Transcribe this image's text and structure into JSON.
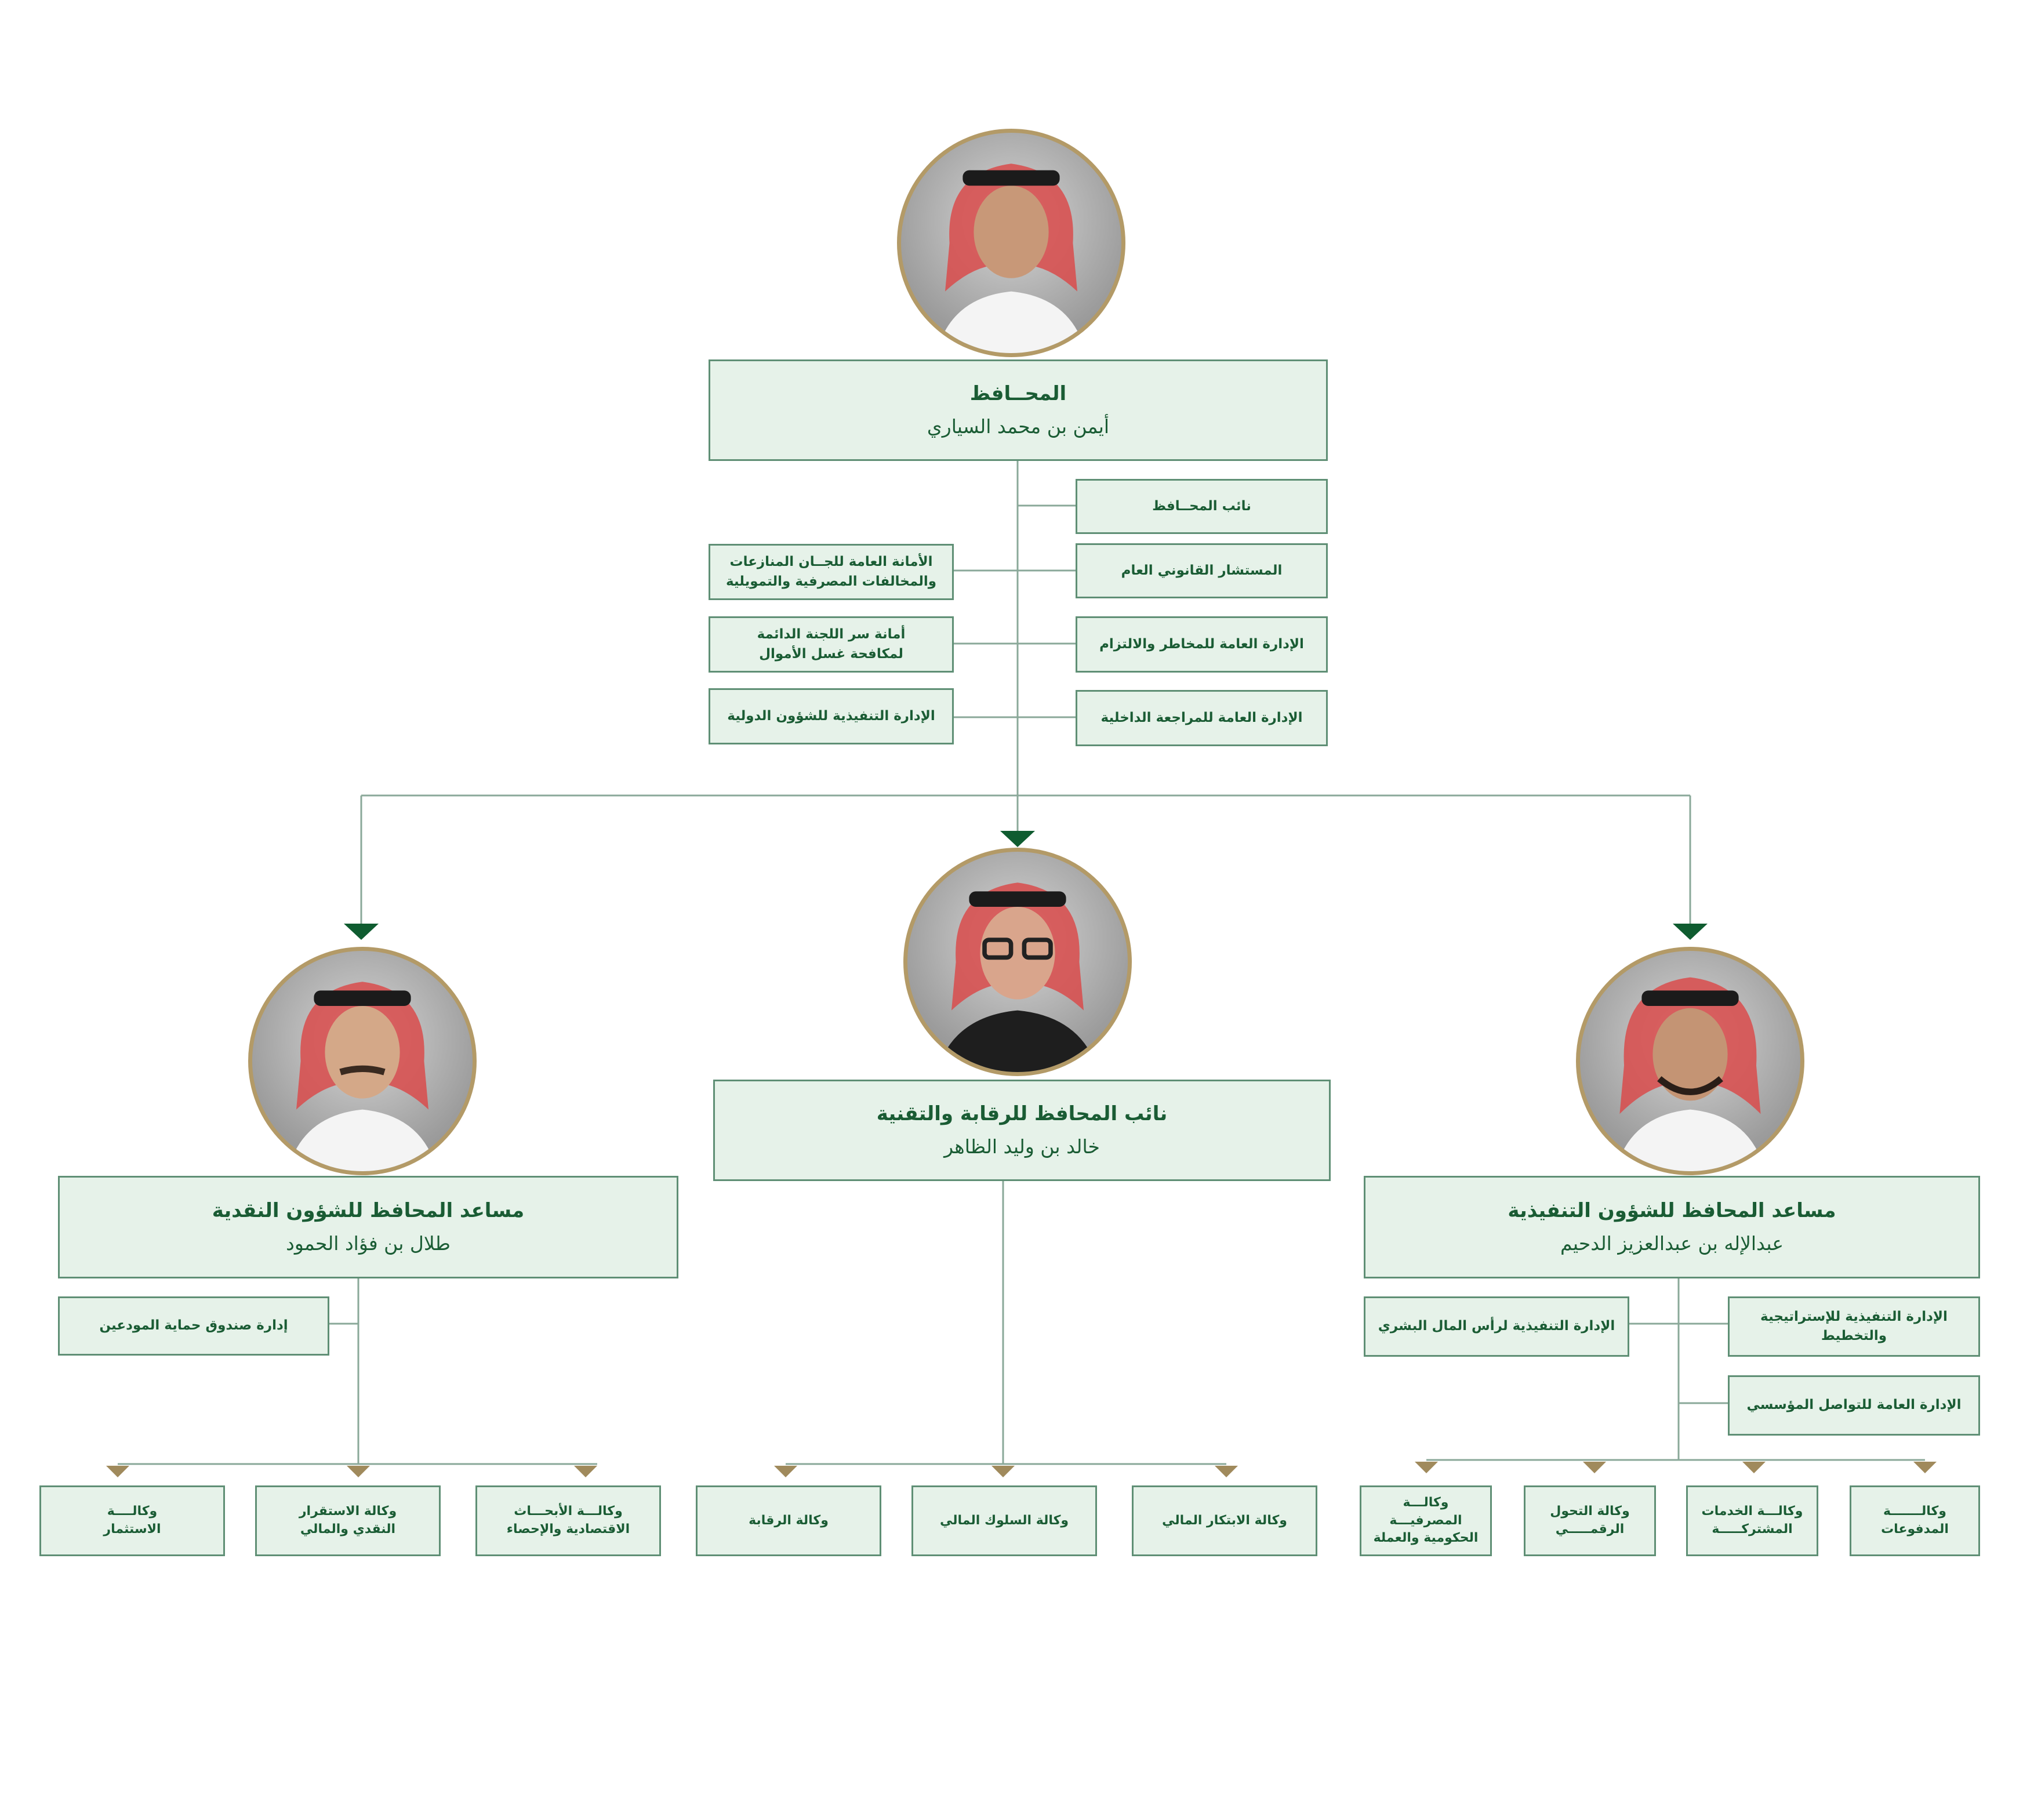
{
  "governor": {
    "title": "المحــافظ",
    "name": "أيمن بن محمد السياري"
  },
  "governor_units_right": [
    "نائب المحــافظ",
    "المستشار القانوني العام",
    "الإدارة العامة للمخاطر والالتزام",
    "الإدارة العامة للمراجعة الداخلية"
  ],
  "governor_units_left": [
    "الأمانة العامة للجــان المنازعات\nوالمخالفات المصرفية والتمويلية",
    "أمانة سر اللجنة الدائمة\nلمكافحة غسل الأموال",
    "الإدارة التنفيذية للشؤون الدولية"
  ],
  "deputy": {
    "title": "نائب المحافظ للرقابة والتقنية",
    "name": "خالد بن وليد الظاهر"
  },
  "monetary": {
    "title": "مساعد المحافظ للشؤون النقدية",
    "name": "طلال بن فؤاد الحمود"
  },
  "executive": {
    "title": "مساعد المحافظ للشؤون التنفيذية",
    "name": "عبدالإله بن عبدالعزيز الدحيم"
  },
  "monetary_unit": "إدارة صندوق حماية المودعين",
  "executive_units": [
    "الإدارة التنفيذية للإستراتيجية والتخطيط",
    "الإدارة التنفيذية لرأس المال البشري",
    "الإدارة العامة للتواصل المؤسسي"
  ],
  "monetary_agencies": [
    "وكالــــة\nالاستثمار",
    "وكالة الاستقرار\nالنقدي والمالي",
    "وكالـــة الأبحـــاث\nالاقتصادية والإحصاء"
  ],
  "deputy_agencies": [
    "وكالة الرقابة",
    "وكالة السلوك المالي",
    "وكالة الابتكار المالي"
  ],
  "executive_agencies": [
    "وكالـــة المصرفيـــة\nالحكومية والعملة",
    "وكالة التحول\nالرقمـــــي",
    "وكالـــة الخدمات\nالمشتركـــــة",
    "وكالـــــــة\nالمدفوعات"
  ],
  "colors": {
    "box_fill": "#e6f2e9",
    "box_border": "#5f8f75",
    "text": "#1a5c34",
    "arrow": "#0f5c30",
    "gold": "#b39a67"
  }
}
